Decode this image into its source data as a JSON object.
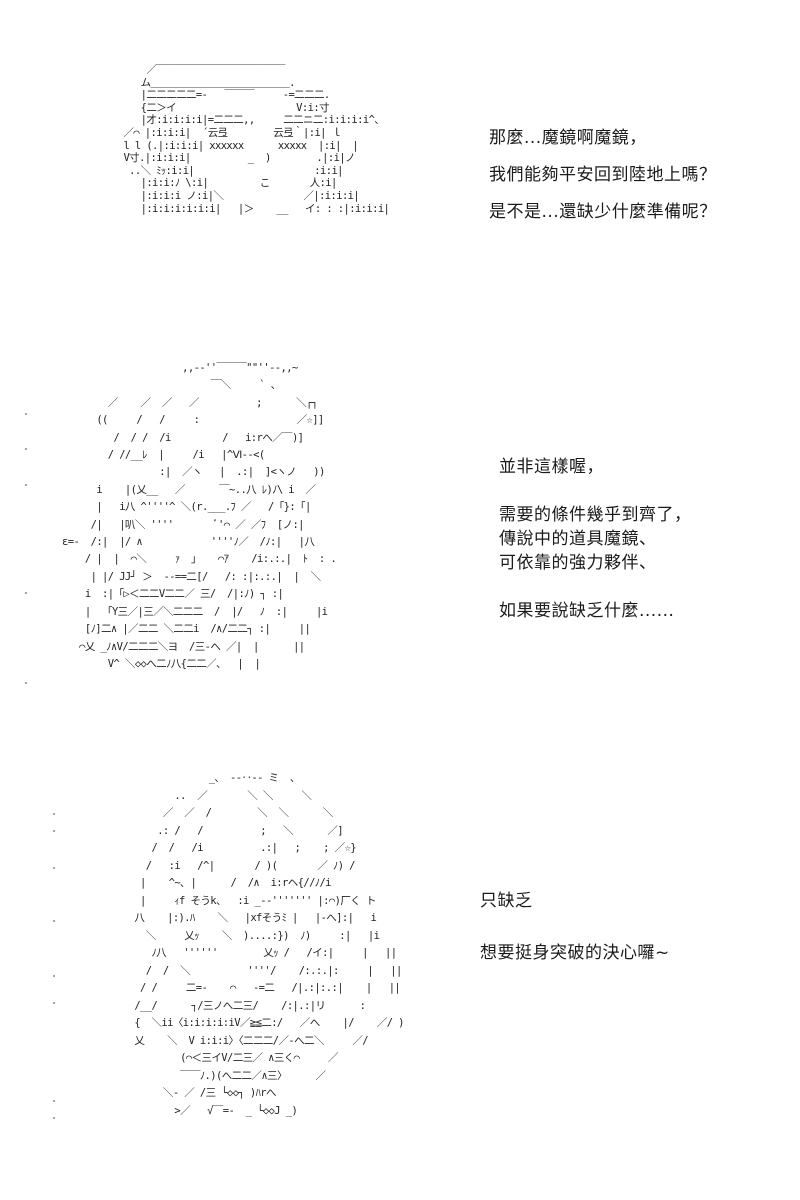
{
  "panels": [
    {
      "id": "panel-1",
      "art": "      ／￣￣￣￣￣￣￣￣￣￣￣￣￣\n     ム＿＿＿＿＿＿＿＿＿＿＿＿＿＿.\n     |二二二二二=-   ￣￣￣     -=二二二.\n     {二＞イ                     V:i:寸\n     |才:i:i:i:i|=二二二,,     二二ニ二:i:i:i:i^、\n  ／⌒ |:i:i:i|  ´云弖        云弖｀|:i| ｌ\n  l l (.|:i:i:i| xxxxxx      xxxxx  |:i|  |\n  V寸.|:i:i:i|          _  )        .|:i|ノ\n   ..＼ ﾐｯ:i:i|                     :i:i|\n     |:i:i:ﾉ \\:i|         こ       人:i|\n     |:i:i:i ノ:i|＼              ／|:i:i:i|\n     |:i:i:i:i:i:i|   |＞    __   イ: : :|:i:i:i|",
      "text_lines": [
        "那麼...魔鏡啊魔鏡，",
        "我們能夠平安回到陸地上嗎？",
        "是不是...還缺少什麼準備呢？"
      ]
    },
    {
      "id": "panel-2",
      "art": "                     ,,-‐''￣￣￣\"\"''‐-,,~\n                          ￣＼     ` 、\n        ／    ／  ／   ／          ;      ＼┌┐\n      ((     /   /     :                 ／☆]]\n         /  / /  /i         /   i:rへ／￣)]\n        / //__ﾚ  |     /i   |^Ⅵ‐‐<(\n                 :|  ／ヽ   |  .:|  ]<ヽノ   ))\n      i    |(乂__   ／      ￣~..八 ﾚ)ﾉ\\ i  ／\n      |   i八 ^''''^ ＼(r.___.ﾌ ／   /「}:「|\n     /|   |叭＼ ''''       ﾞ'⌒ ／ ／ﾌ  [ノ:|\nε=-  /:|  |/ ∧            ''''ﾉ／  /ﾉ:|   |八\n    / |  |  ⌒＼     ｧ  」   ⌒ｱ    /i:.:.|  ﾄ  : .\n     | |/ JJ┘ ＞  ‐‐==二[/   /: :|:.:.|  |  ＼\n    i  :|「▷＜二二V二二／ 三/  /|:ﾉ) ┐ :|\n    |  「Y三／|三／＼二二二  /  |/   ﾉ  :|     |i\n    [ﾉ]二∧ |／二二 ＼二二i  /∧/二二┐ :|     ||\n   ⌒乂 _ﾉ∧V/二二二＼ヨ  /三‐へ ／|  |      ||\n        V^ ＼◇◇へ二ﾉ八{二二／、  |  |",
      "text_lines": [
        "並非這樣喔，",
        "",
        "需要的條件幾乎到齊了，",
        "傳說中的道具魔鏡、",
        "可依靠的強力夥伴、",
        "",
        "如果要說缺乏什麼......"
      ]
    },
    {
      "id": "panel-3",
      "art": "                   _、 ‐‐‥‐‐ ミ  、\n             ..  ／       ＼ ＼     ＼\n           ／  ／  /        ＼  ＼      ＼\n          .: /   /          ;   ＼      ／]\n         /  /   /i          .:|   ;    ; ／☆}\n        /   :i   /^|       / )(       ／ ﾉ) /\n       |    ^~､ |      /  /∧  i:rヘ{//ﾉ/i\n       |     ｨf そうk、  :i _-‐''''''' |:⌒)厂く ト\n      八    |:).ﾊ    ＼   |xfそうﾐ |   |‐へ]:|   i\n        ＼     乂ｯ    ＼  )....:})  ﾉ)     :|   |i\n         ﾉ八   ''''''        乂ｯ /   /イ:|     |   ||\n        /  /  ＼          ''''/    /:.:.|:     |   ||\n       / /     二=-    ⌒   -=二   /|.:|:.:|    |   ||\n      /__/      ┐/三ノへ二三/    /:|.:|リ      :\n      {  ＼ii〈i:i:i:i:iV／≧≦二:/   ／へ    |/    ／/ )\n      乂    ＼  V i:i:i〉〈二二二/／‐へ二＼     ／/\n              (⌒＜三イV/二三／ ∧三く⌒     ／\n              ￣￣ﾉ.)(へ二二／∧三〉     ／\n           ＼‐ ／ /三 └◇◇┐ )ﾊrへ\n             >／   √￣=-  _ └◇◇J _)",
      "text_lines": [
        "只缺乏",
        "",
        "想要挺身突破的決心囉~"
      ]
    }
  ]
}
